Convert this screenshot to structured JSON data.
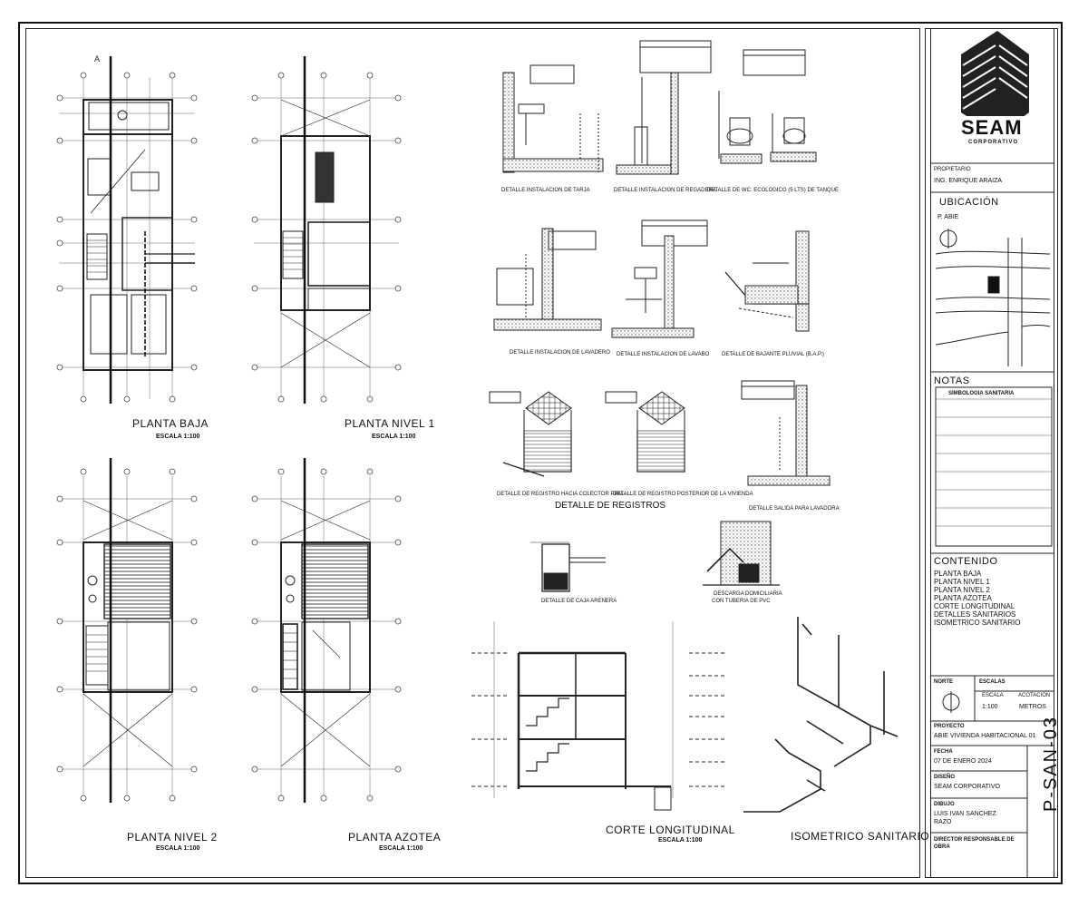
{
  "sheet": {
    "plans": [
      {
        "id": "planta-baja",
        "title": "PLANTA BAJA",
        "scale": "ESCALA 1:100"
      },
      {
        "id": "planta-nivel-1",
        "title": "PLANTA NIVEL 1",
        "scale": "ESCALA 1:100"
      },
      {
        "id": "planta-nivel-2",
        "title": "PLANTA NIVEL 2",
        "scale": "ESCALA 1:100"
      },
      {
        "id": "planta-azotea",
        "title": "PLANTA AZOTEA",
        "scale": "ESCALA 1:100"
      }
    ],
    "details": {
      "tarja": "DETALLE INSTALACION DE TARJA",
      "regadera": "DETALLE INSTALACION DE REGADERA",
      "wc": "DETALLE DE WC. ECOLOGICO (5 LTS) DE TANQUE",
      "lavadero": "DETALLE INSTALACION DE LAVADERO",
      "lavabo": "DETALLE INSTALACION DE LAVABO",
      "bajante": "DETALLE DE BAJANTE PLUVIAL (B.A.P.)",
      "registro_colector": "DETALLE DE REGISTRO HACIA COLECTOR PPAL.",
      "registro_posterior": "DETALLE DE REGISTRO POSTERIOR DE LA VIVIENDA",
      "registros_title": "DETALLE DE REGISTROS",
      "salida_lavadora": "DETALLE SALIDA PARA LAVADORA",
      "caja_arenera": "DETALLE DE CAJA ARENERA",
      "descarga": "DESCARGA DOMICILIARIA",
      "descarga_2": "CON TUBERIA DE PVC"
    },
    "corte": {
      "title": "CORTE LONGITUDINAL",
      "scale": "ESCALA 1:100"
    },
    "isometrico": {
      "title": "ISOMETRICO SANITARIO"
    },
    "axis_mark": "A"
  },
  "titleblock": {
    "logo_text": "SEAM",
    "logo_sub": "CORPORATIVO",
    "propietario_label": "PROPIETARIO",
    "propietario": "ING. ENRIQUE ARAIZA",
    "ubicacion_title": "UBICACIÓN",
    "ubicacion_place": "P. ABIE",
    "notas_title": "NOTAS",
    "notas_table_title": "SIMBOLOGIA SANITARIA",
    "contenido_title": "CONTENIDO",
    "contenido_items": [
      "PLANTA BAJA",
      "PLANTA NIVEL 1",
      "PLANTA NIVEL 2",
      "PLANTA AZOTEA",
      "CORTE LONGITUDINAL",
      "DETALLES SANITARIOS",
      "ISOMETRICO SANITARIO"
    ],
    "norte_label": "NORTE",
    "escalas_label": "ESCALAS",
    "escala_label": "ESCALA",
    "acotacion_label": "ACOTACIÓN",
    "escala_value": "1:100",
    "acotacion_value": "METROS",
    "proyecto_label": "PROYECTO",
    "proyecto": "ABIE VIVIENDA HABITACIONAL 01",
    "fecha_label": "FECHA",
    "fecha": "07 DE ENERO 2024",
    "diseno_label": "DISEÑO",
    "diseno": "SEAM CORPORATIVO",
    "dibujo_label": "DIBUJO",
    "dibujo_1": "LUIS IVAN SANCHEZ",
    "dibujo_2": "RAZO",
    "director_label": "DIRECTOR RESPONSABLE DE OBRA",
    "sheet_code": "P-SAN-03"
  }
}
